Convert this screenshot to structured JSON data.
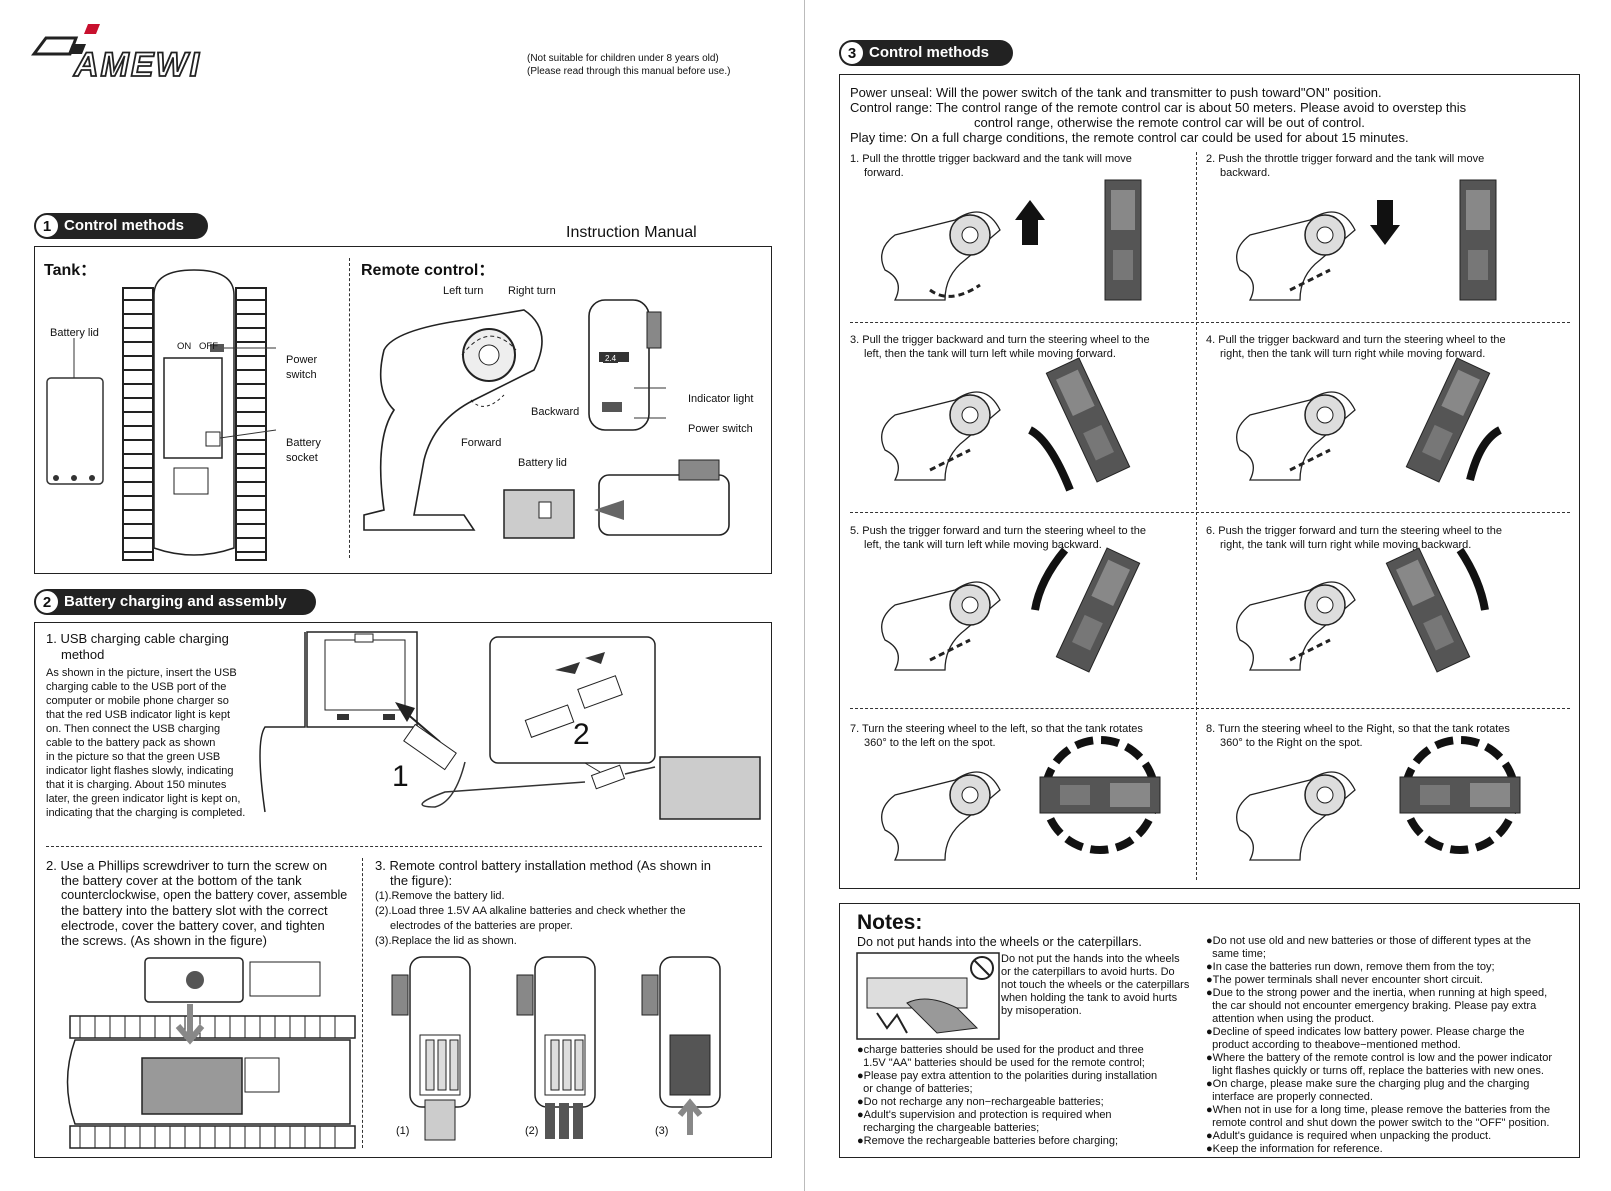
{
  "brand": {
    "logo_text": "AMEWI"
  },
  "header": {
    "warn1": "(Not suitable for children under 8 years old)",
    "warn2": "(Please read through this manual before use.)",
    "manual_title": "Instruction Manual"
  },
  "section1": {
    "num": "1",
    "title": "Control methods",
    "tank_label": "Tank：",
    "remote_label": "Remote control：",
    "tank_callouts": {
      "battery_lid": "Battery lid",
      "on": "ON",
      "off": "OFF",
      "power_switch_1": "Power",
      "power_switch_2": "switch",
      "battery_socket_1": "Battery",
      "battery_socket_2": "socket"
    },
    "remote_callouts": {
      "left_turn": "Left turn",
      "right_turn": "Right turn",
      "backward": "Backward",
      "forward": "Forward",
      "indicator_light": "Indicator light",
      "power_switch": "Power switch",
      "battery_lid": "Battery lid",
      "mini_label": "2.4"
    }
  },
  "section2": {
    "num": "2",
    "title": "Battery charging and assembly",
    "usb_title_1": "1. USB charging cable charging",
    "usb_title_2": "method",
    "usb_body": [
      "As shown in the picture, insert the USB",
      "charging cable to the USB port of the",
      "computer or mobile phone charger so",
      "that the red USB indicator light is kept",
      "on. Then connect the USB charging",
      "cable to the battery pack as shown",
      "in the picture so that the green USB",
      "indicator light flashes slowly, indicating",
      "that it is charging. About 150 minutes",
      "later, the green indicator light is kept on,",
      "indicating that the charging is completed."
    ],
    "label_1": "1",
    "label_2": "2",
    "screw": [
      "2. Use a Phillips screwdriver to turn the screw on",
      "the battery cover at the bottom of the tank",
      "counterclockwise, open the battery cover, assemble",
      "the battery into the battery slot with the correct",
      "electrode, cover the battery cover, and tighten",
      "the screws.  (As shown in the figure)"
    ],
    "remote_batt": [
      "3. Remote control battery installation method (As shown in",
      "the figure):",
      "(1).Remove the battery lid.",
      "(2).Load three 1.5V AA alkaline batteries and check whether the",
      "electrodes of the batteries are proper.",
      "(3).Replace the lid as shown."
    ],
    "step_labels": [
      "(1)",
      "(2)",
      "(3)"
    ]
  },
  "section3": {
    "num": "3",
    "title": "Control methods",
    "intro": [
      "Power unseal: Will the power switch of the tank and transmitter to push toward\"ON\" position.",
      "Control range: The control range of the remote control car is about 50 meters. Please avoid to overstep this",
      "control range, otherwise the remote control car will be out of control.",
      "Play time: On a full charge conditions, the remote control car could be used for about 15 minutes."
    ],
    "steps": [
      {
        "l1": "1. Pull the throttle trigger backward and the tank will move",
        "l2": "forward."
      },
      {
        "l1": "2. Push the throttle trigger forward and the tank will move",
        "l2": "backward."
      },
      {
        "l1": "3. Pull the trigger backward and turn the steering wheel to the",
        "l2": "left, then the tank will turn left while moving forward."
      },
      {
        "l1": "4. Pull the trigger backward and turn the steering wheel to the",
        "l2": "right, then the tank  will turn right while moving forward."
      },
      {
        "l1": "5. Push the trigger forward and turn the steering wheel to the",
        "l2": "left, the tank will turn left while moving backward."
      },
      {
        "l1": "6. Push the trigger forward and turn the steering wheel to the",
        "l2": "right, the tank will turn right while moving backward."
      },
      {
        "l1": "7. Turn the steering wheel to the left, so that the tank rotates",
        "l2": "360°   to the left on the spot."
      },
      {
        "l1": "8. Turn the steering wheel to the Right, so that the tank rotates",
        "l2": "360°   to the Right on the spot."
      }
    ]
  },
  "notes": {
    "title": "Notes:",
    "subtitle": "Do not put hands into the wheels or the caterpillars.",
    "warning_box": [
      "Do not put the hands into the wheels",
      "or the caterpillars to avoid hurts. Do",
      "not touch the wheels or the caterpillars",
      "when holding the tank to avoid hurts",
      "by misoperation."
    ],
    "left": [
      "●charge batteries should be used for the product and three",
      "  1.5V \"AA\" batteries should be used for the remote control;",
      "●Please pay extra attention to the polarities during installation",
      "  or change of batteries;",
      "●Do not recharge any non−rechargeable batteries;",
      "●Adult's supervision and protection is required when",
      "  recharging the chargeable batteries;",
      "●Remove the rechargeable batteries before charging;"
    ],
    "right": [
      "●Do not use old and new batteries or those of different types at the",
      "  same time;",
      "●In case the batteries run down, remove them from the toy;",
      "●The power terminals shall never encounter short circuit.",
      "●Due to the strong power and the inertia, when running at high speed,",
      "  the car should not encounter emergency braking. Please pay extra",
      "  attention when using the product.",
      "●Decline of speed indicates low battery power. Please charge the",
      "  product according to theabove−mentioned method.",
      "●Where the battery of the remote control is low and the power indicator",
      "  light flashes quickly or turns off, replace the batteries with new ones.",
      "●On charge, please make sure the charging plug and the charging",
      "  interface are properly connected.",
      "●When not in use for a long time, please remove the batteries from the",
      "  remote control and shut down the power switch to the \"OFF\" position.",
      "●Adult's guidance is required when unpacking the product.",
      "●Keep the information for reference."
    ]
  }
}
